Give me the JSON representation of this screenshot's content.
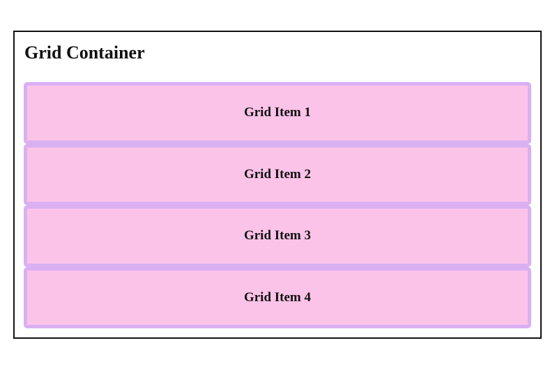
{
  "container": {
    "title": "Grid Container"
  },
  "items": [
    {
      "label": "Grid Item 1"
    },
    {
      "label": "Grid Item 2"
    },
    {
      "label": "Grid Item 3"
    },
    {
      "label": "Grid Item 4"
    }
  ],
  "colors": {
    "item_background": "#fcc3e9",
    "item_border": "#d9b0f2",
    "container_border": "#111111"
  }
}
